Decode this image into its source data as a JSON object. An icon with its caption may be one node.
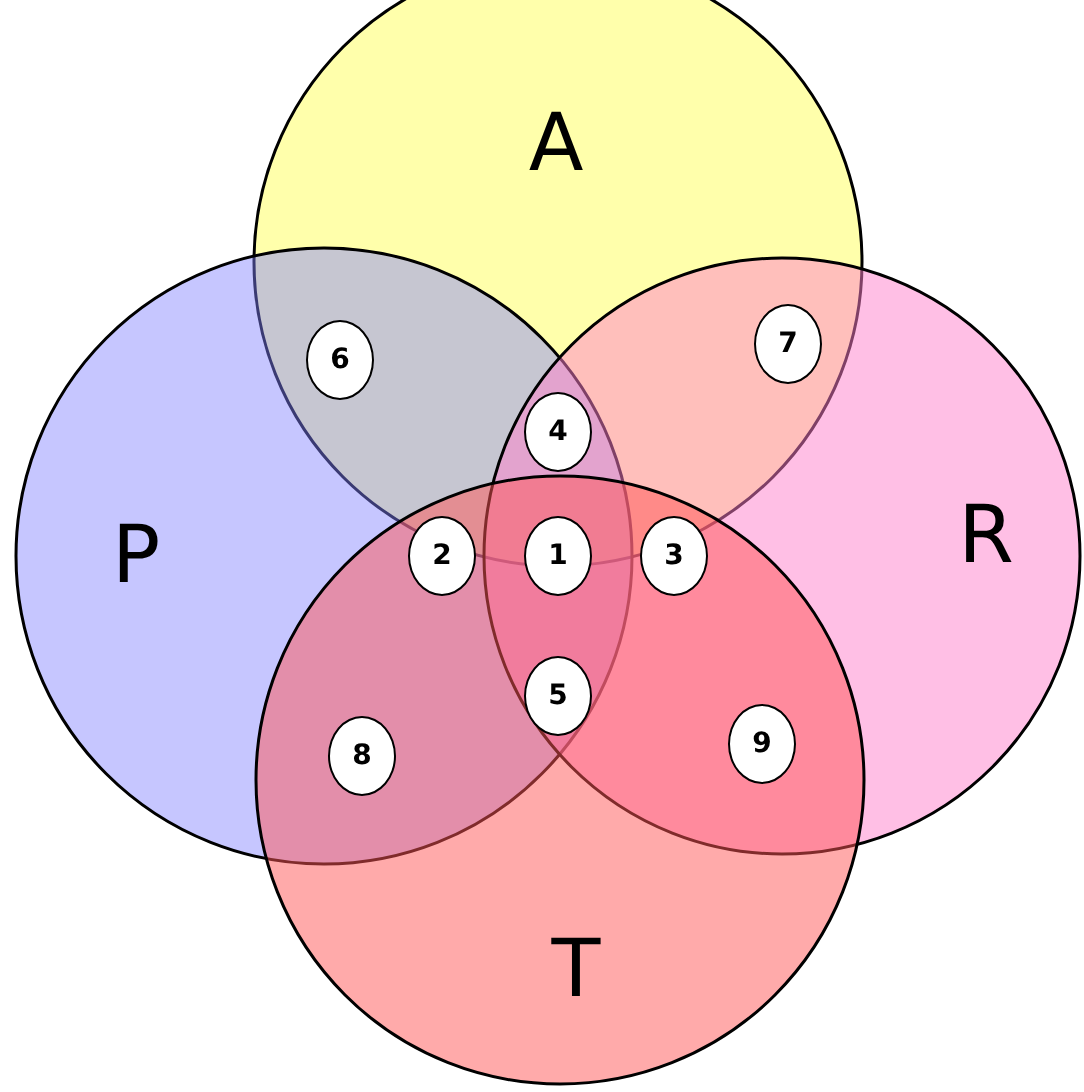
{
  "diagram": {
    "nodes": [
      {
        "text": [
          "A"
        ]
      },
      {
        "text": [
          "P"
        ]
      },
      {
        "text": [
          "R"
        ]
      },
      {
        "text": [
          "T"
        ]
      },
      {
        "text": [
          "6"
        ]
      },
      {
        "text": [
          "7"
        ]
      },
      {
        "text": [
          "4"
        ]
      },
      {
        "text": [
          "2"
        ]
      },
      {
        "text": [
          "1"
        ]
      },
      {
        "text": [
          "3"
        ]
      },
      {
        "text": [
          "5"
        ]
      },
      {
        "text": [
          "8"
        ]
      },
      {
        "text": [
          "9"
        ]
      }
    ]
  }
}
